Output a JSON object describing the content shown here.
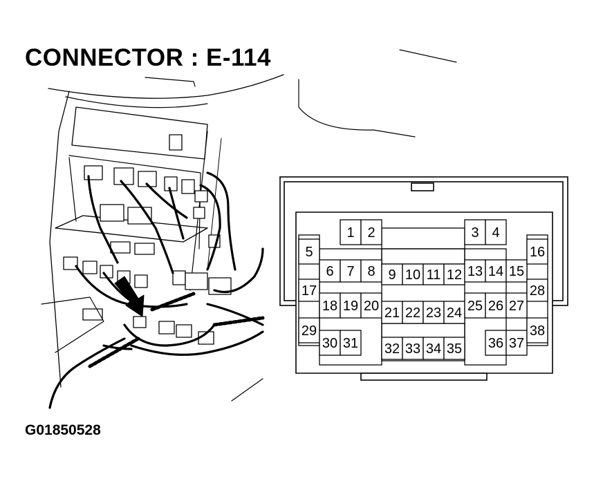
{
  "diagram": {
    "title": "CONNECTOR : E-114",
    "figure_code": "G01850528",
    "connector": {
      "pins": [
        "1",
        "2",
        "3",
        "4",
        "5",
        "6",
        "7",
        "8",
        "9",
        "10",
        "11",
        "12",
        "13",
        "14",
        "15",
        "16",
        "17",
        "18",
        "19",
        "20",
        "21",
        "22",
        "23",
        "24",
        "25",
        "26",
        "27",
        "28",
        "29",
        "30",
        "31",
        "32",
        "33",
        "34",
        "35",
        "36",
        "37",
        "38"
      ]
    }
  }
}
